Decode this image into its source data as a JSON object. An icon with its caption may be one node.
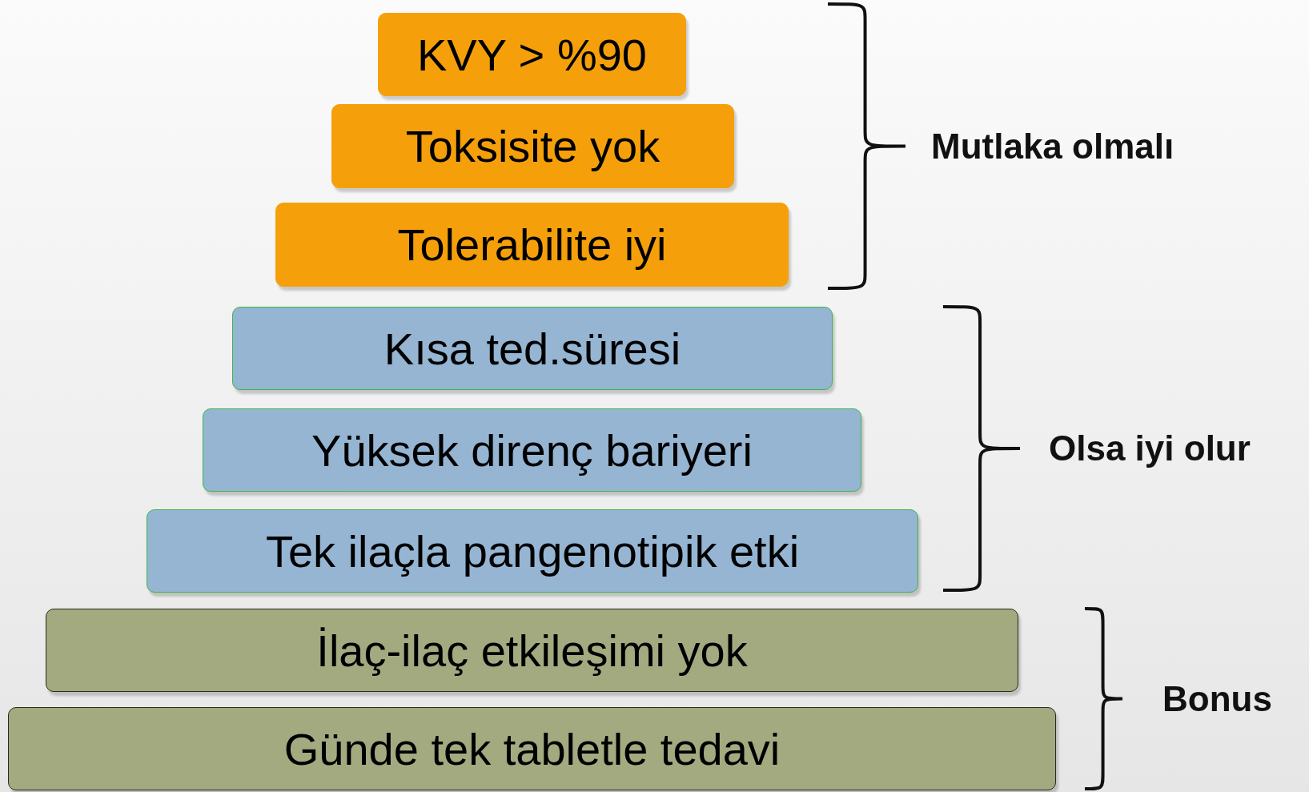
{
  "diagram": {
    "nodes": [
      {
        "text": [
          "KVY > %90"
        ]
      },
      {
        "text": [
          "Toksisite yok"
        ]
      },
      {
        "text": [
          "Tolerabilite iyi"
        ]
      },
      {
        "text": [
          "Kısa ted.süresi"
        ]
      },
      {
        "text": [
          "Yüksek direnç bariyeri"
        ]
      },
      {
        "text": [
          "Tek ilaçla pangenotipik etki"
        ]
      },
      {
        "text": [
          "İlaç-ilaç etkileşimi yok"
        ]
      },
      {
        "text": [
          "Günde tek tabletle tedavi"
        ]
      }
    ],
    "labels": [
      "Mutlaka olmalı",
      "Olsa iyi olur",
      "Bonus"
    ]
  }
}
